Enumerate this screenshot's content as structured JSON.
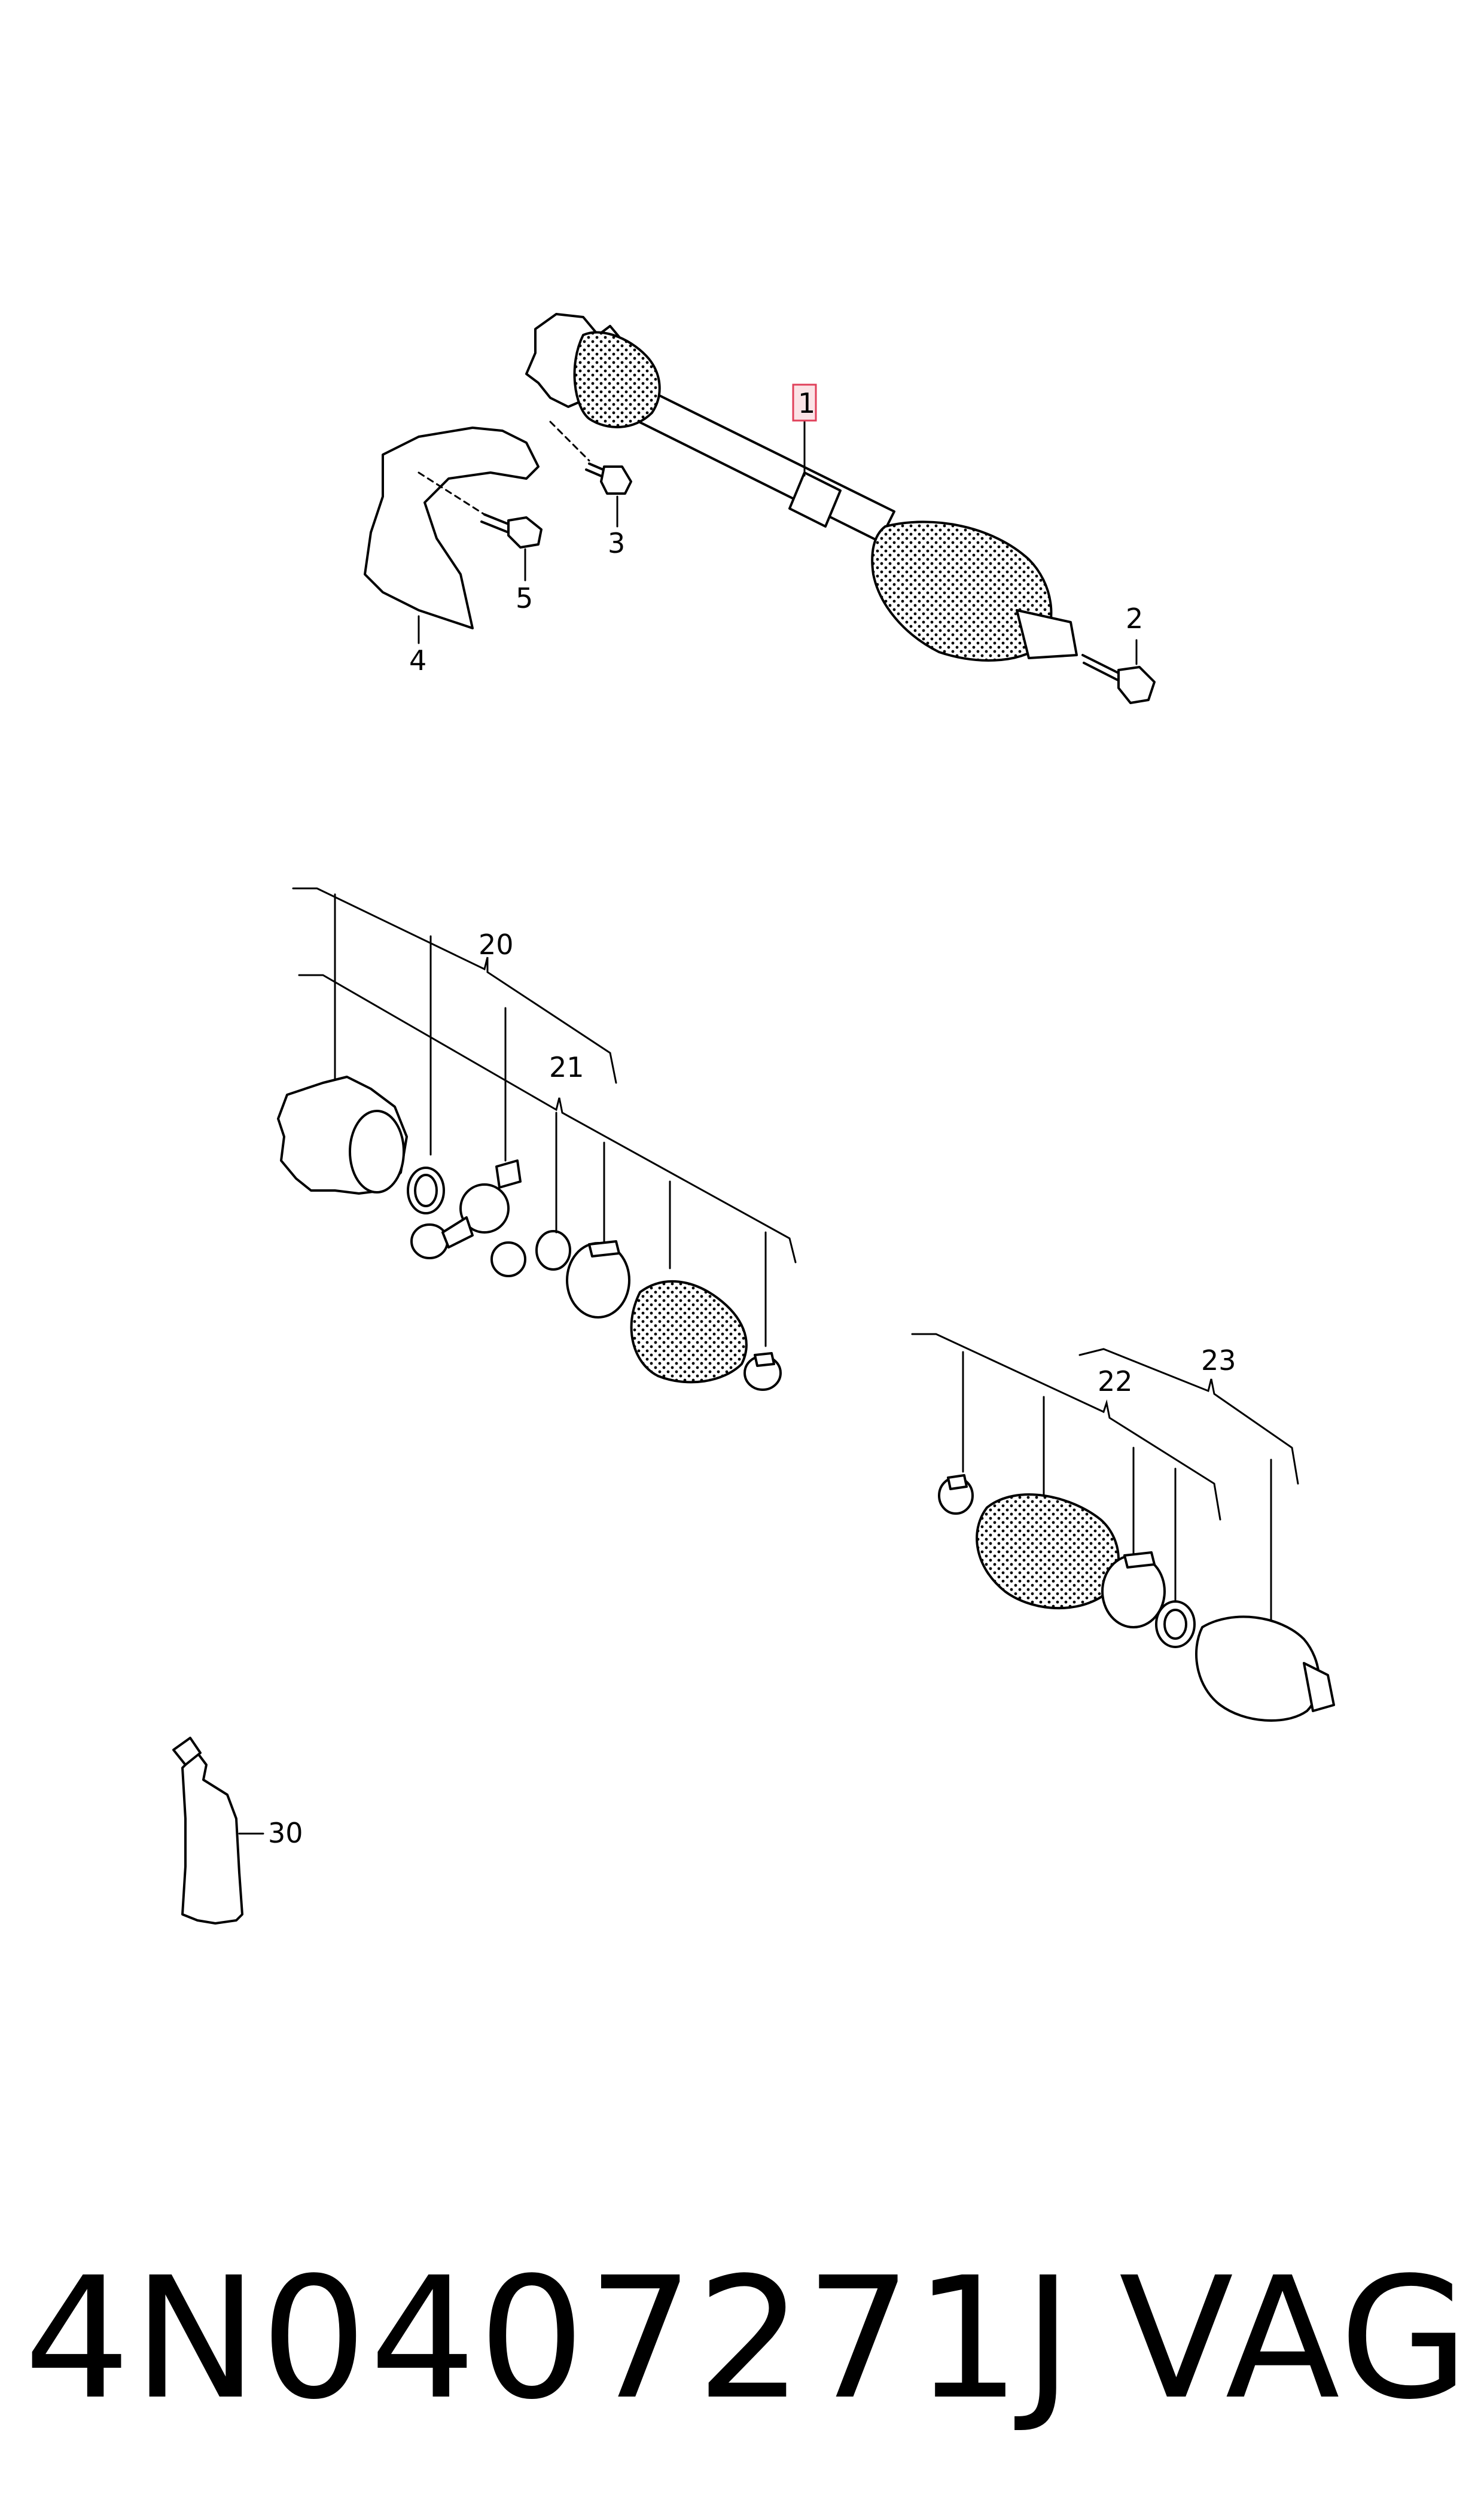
{
  "callouts": {
    "c1": "1",
    "c2": "2",
    "c3": "3",
    "c4": "4",
    "c5": "5",
    "c20": "20",
    "c21": "21",
    "c22": "22",
    "c23": "23",
    "c30": "30"
  },
  "footer": {
    "part_number": "4N0407271J",
    "brand": "VAG"
  },
  "colors": {
    "highlight_fill": "#fbe3e6",
    "highlight_border": "#e0405a"
  }
}
